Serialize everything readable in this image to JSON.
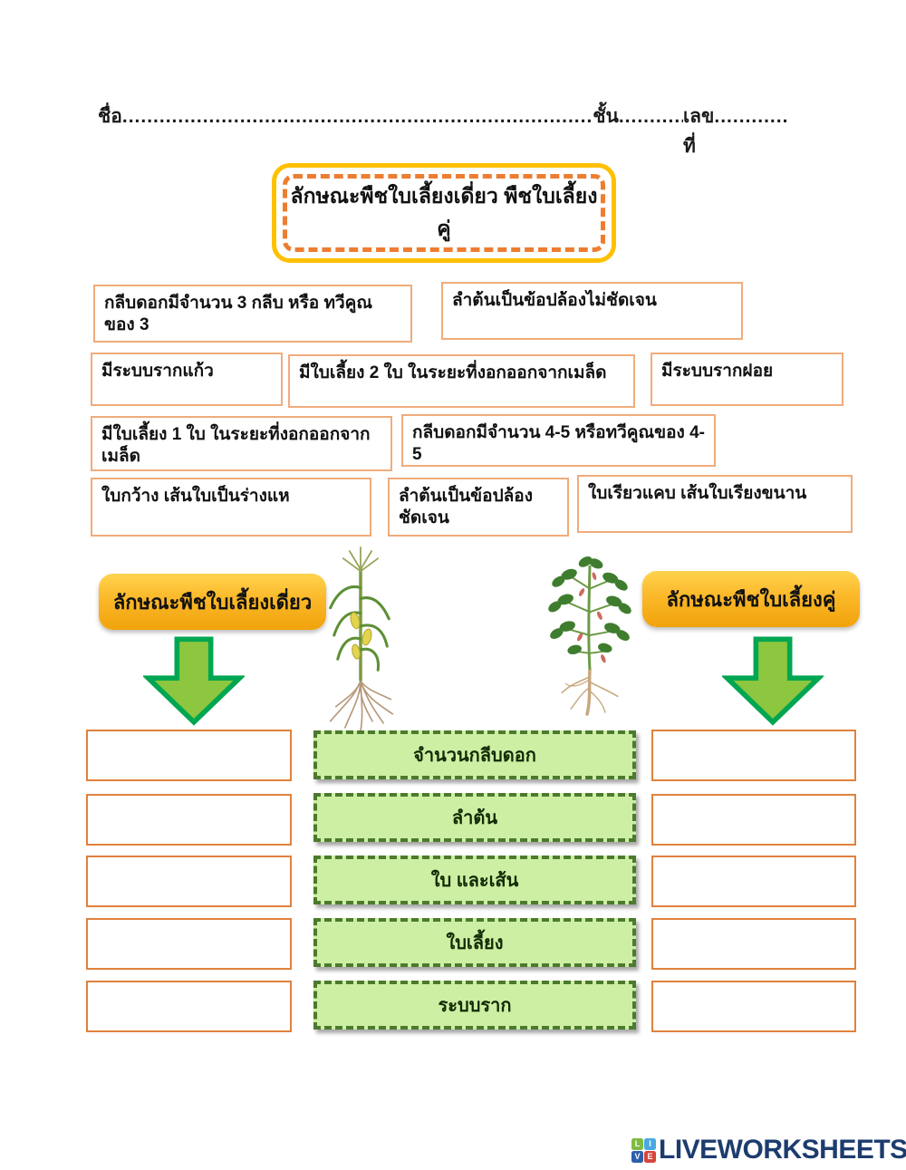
{
  "header": {
    "name_label": "ชื่อ",
    "name_dots": "..............................................................................................................................",
    "class_label": "ชั้น",
    "class_dots": "........................................",
    "number_label": "เลขที่",
    "number_dots": "............................................"
  },
  "title": "ลักษณะพืชใบเลี้ยงเดี่ยว พืชใบเลี้ยงคู่",
  "statements": [
    "กลีบดอกมีจำนวน 3 กลีบ หรือ  ทวีคูณของ 3",
    "ลำต้นเป็นข้อปล้องไม่ชัดเจน",
    "มีระบบรากแก้ว",
    "มีใบเลี้ยง 2 ใบ ในระยะที่งอกออกจากเมล็ด",
    "มีระบบรากฝอย",
    "มีใบเลี้ยง 1 ใบ ในระยะที่งอกออกจากเมล็ด",
    "กลีบดอกมีจำนวน 4-5 หรือทวีคูณของ 4-5",
    "ใบกว้าง เส้นใบเป็นร่างแห",
    "ลำต้นเป็นข้อปล้องชัดเจน",
    "ใบเรียวแคบ เส้นใบเรียงขนาน"
  ],
  "categories": {
    "left_label": "ลักษณะพืชใบเลี้ยงเดี่ยว",
    "right_label": "ลักษณะพืชใบเลี้ยงคู่"
  },
  "row_labels": [
    "จำนวนกลีบดอก",
    "ลำต้น",
    "ใบ และเส้น",
    "ใบเลี้ยง",
    "ระบบราก"
  ],
  "plants": {
    "left": "monocot-corn-plant",
    "right": "dicot-bean-plant"
  },
  "footer": {
    "logo_text": "LIVEWORKSHEETS",
    "logo_squares": [
      "L",
      "I",
      "V",
      "E"
    ]
  },
  "colors": {
    "title_outer_border": "#FFC000",
    "title_inner_dash": "#ED7D31",
    "statement_border": "#F0AC7C",
    "answer_border": "#E0813C",
    "category_gradient_top": "#FFD44F",
    "category_gradient_bottom": "#F0A30A",
    "arrow_fill": "#8DC63F",
    "arrow_stroke": "#00A651",
    "row_box_fill": "#CDEFA3",
    "row_box_border": "#4C7A2E",
    "logo_navy": "#1D3C6E"
  }
}
